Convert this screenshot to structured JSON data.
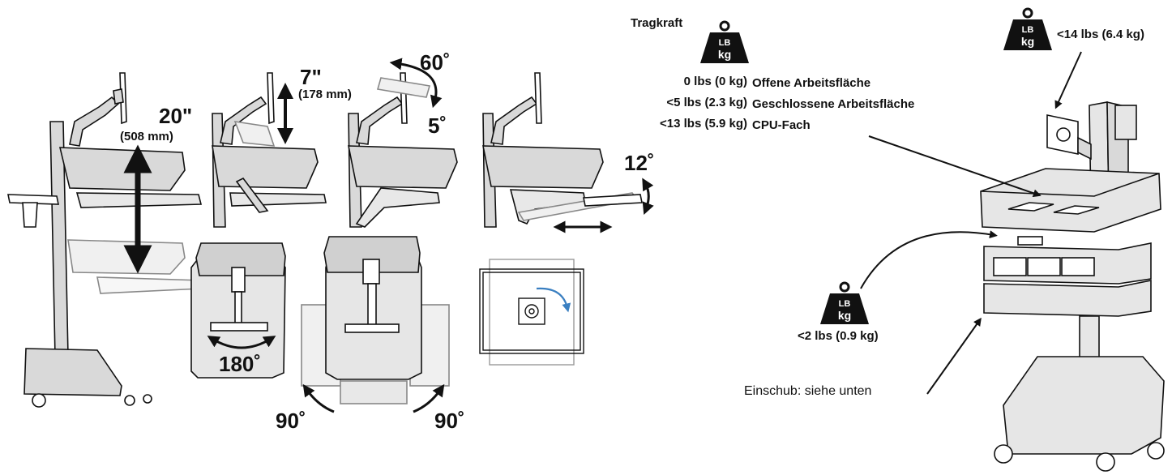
{
  "motion": {
    "height_range": "20\"",
    "height_range_mm": "(508 mm)",
    "monitor_height": "7\"",
    "monitor_height_mm": "(178 mm)",
    "tilt_up": "60˚",
    "tilt_down": "5˚",
    "keyboard_tilt": "12˚",
    "swivel": "180˚",
    "rotate_left": "90˚",
    "rotate_right": "90˚"
  },
  "load": {
    "title": "Tragkraft",
    "weight_icon_top": "LB",
    "weight_icon_bottom": "kg",
    "rows": [
      {
        "value": "0 lbs (0 kg)",
        "label": "Offene Arbeitsfläche"
      },
      {
        "value": "<5 lbs (2.3 kg)",
        "label": "Geschlossene Arbeitsfläche"
      },
      {
        "value": "<13 lbs (5.9 kg)",
        "label": "CPU-Fach"
      }
    ],
    "monitor_capacity": "<14 lbs (6.4 kg)",
    "drawer_capacity": "<2 lbs (0.9 kg)"
  },
  "callout": {
    "insert": "Einschub: siehe unten"
  },
  "colors": {
    "rotation_arrow": "#3a7fc1",
    "ink": "#111111",
    "panel": "#d9d9d9",
    "panel_light": "#f0f0f0"
  }
}
